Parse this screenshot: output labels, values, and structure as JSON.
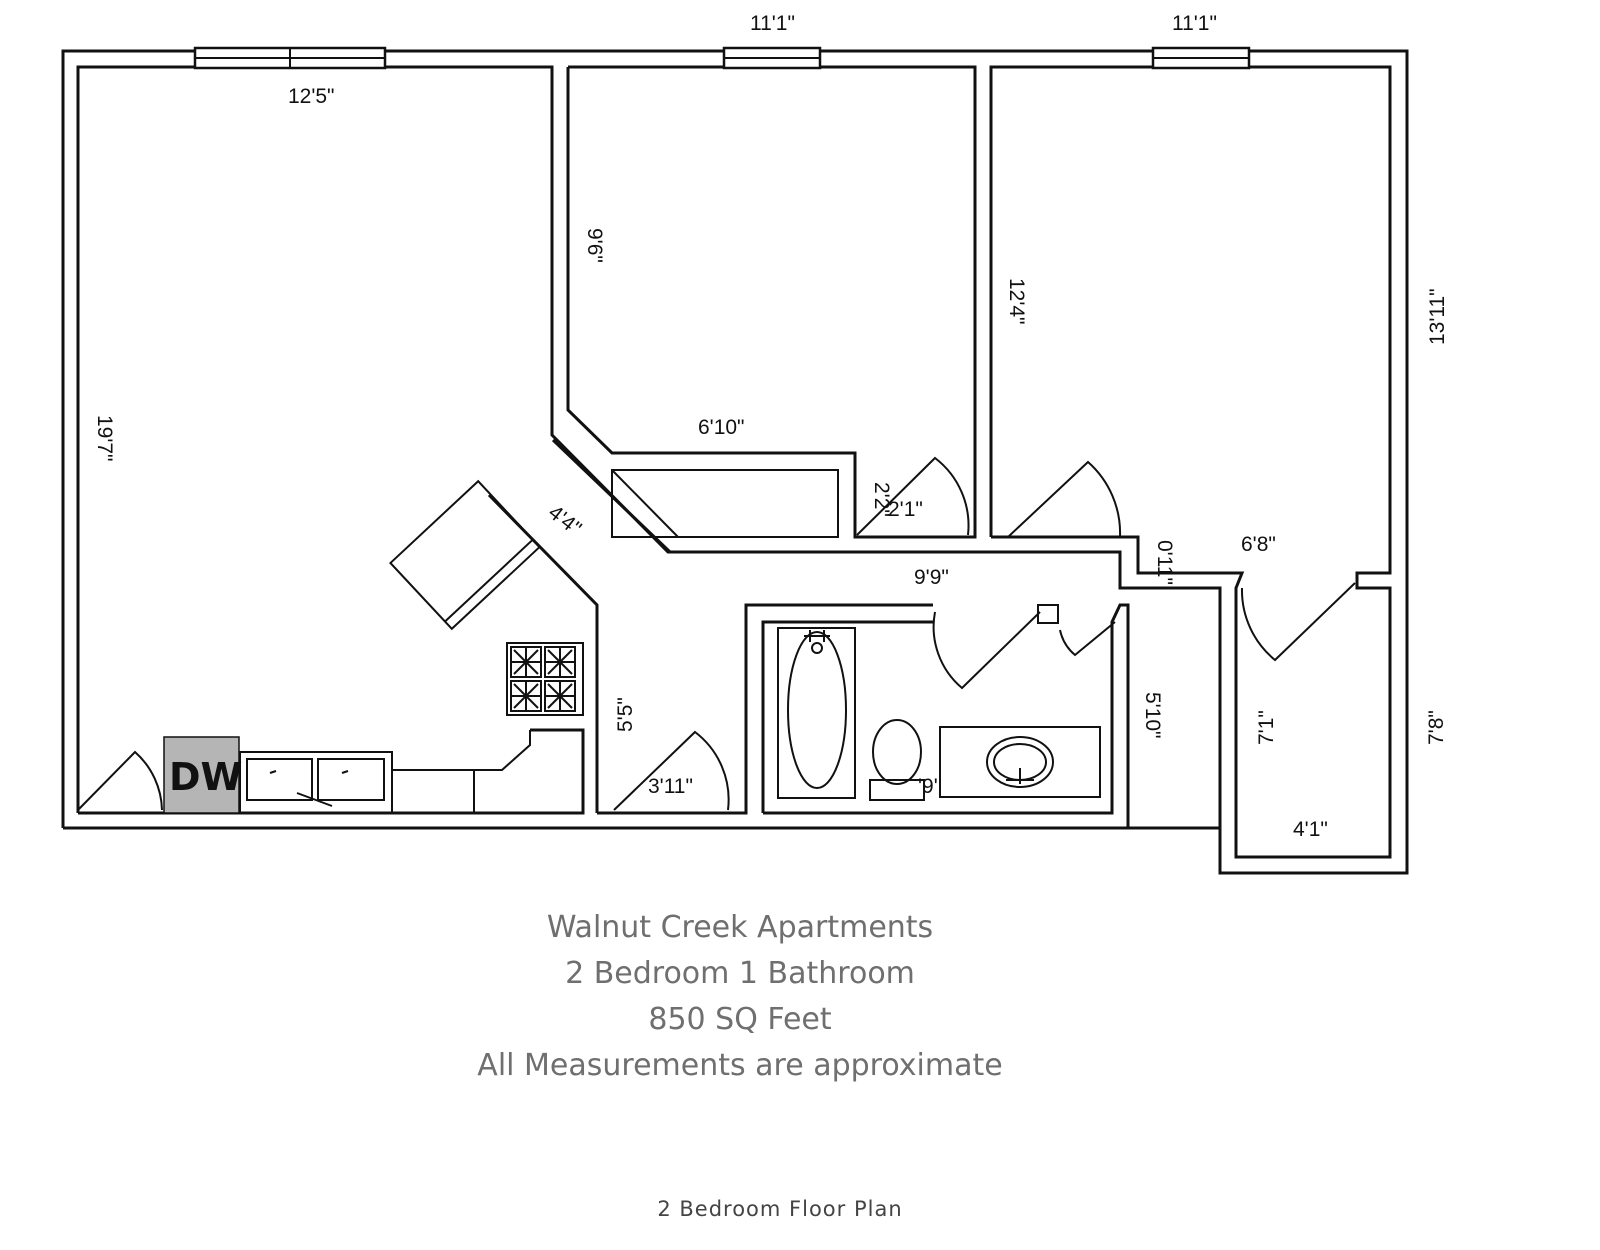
{
  "dimensions": {
    "top_window_2": "11'1\"",
    "top_window_3": "11'1\"",
    "living_width": "12'5\"",
    "living_length": "19'7\"",
    "bed1_length": "9'6\"",
    "bed1_closet": "6'10\"",
    "bed1_closet_depth": "2'2\"",
    "bed1_door": "2'1\"",
    "bed2_length": "12'4\"",
    "bed2_depth": "13'11\"",
    "kitchen_diag": "4'4\"",
    "hall_length": "9'9\"",
    "hall_jog": "0'11\"",
    "bed2_closet_width": "6'8\"",
    "kitchen_side": "5'5\"",
    "closet_door": "3'11\"",
    "toilet_dim": "'9'",
    "bath_length": "5'10\"",
    "closet_depth": "7'1\"",
    "closet_outer": "7'8\"",
    "closet_width": "4'1\""
  },
  "appliances": {
    "dishwasher": "DW"
  },
  "caption": {
    "line1": "Walnut Creek Apartments",
    "line2": "2 Bedroom 1 Bathroom",
    "line3": "850 SQ Feet",
    "line4": "All Measurements are approximate"
  },
  "footer": "2 Bedroom Floor Plan"
}
